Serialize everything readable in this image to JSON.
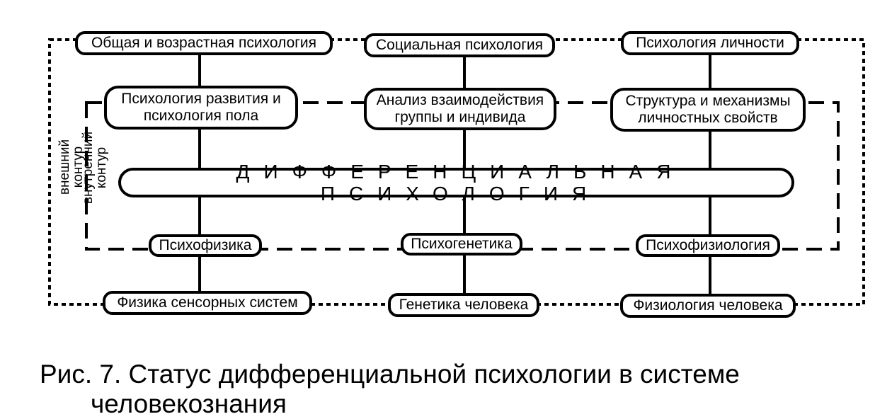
{
  "nodes": {
    "general_age_psy": "Общая и возрастная психология",
    "social_psy": "Социальная психология",
    "personality_psy": "Психология личности",
    "dev_gender_psy": "Психология развития и\nпсихология пола",
    "group_analysis": "Анализ взаимодействия\nгруппы и индивида",
    "structure_mech": "Структура и механизмы\nличностных свойств",
    "differential_psy": "ДИФФЕРЕНЦИАЛЬНАЯ ПСИХОЛОГИЯ",
    "psychophysics": "Психофизика",
    "psychogenetics": "Психогенетика",
    "psychophysiology": "Психофизиология",
    "sensory_physics": "Физика сенсорных систем",
    "human_genetics": "Генетика человека",
    "human_physiology": "Физиология человека"
  },
  "labels": {
    "outer_contour": "внешний\nконтур",
    "inner_contour": "внутренний\nконтур"
  },
  "caption": {
    "line1": "Рис. 7. Статус дифференциальной психологии в системе",
    "line2": "человекознания"
  }
}
